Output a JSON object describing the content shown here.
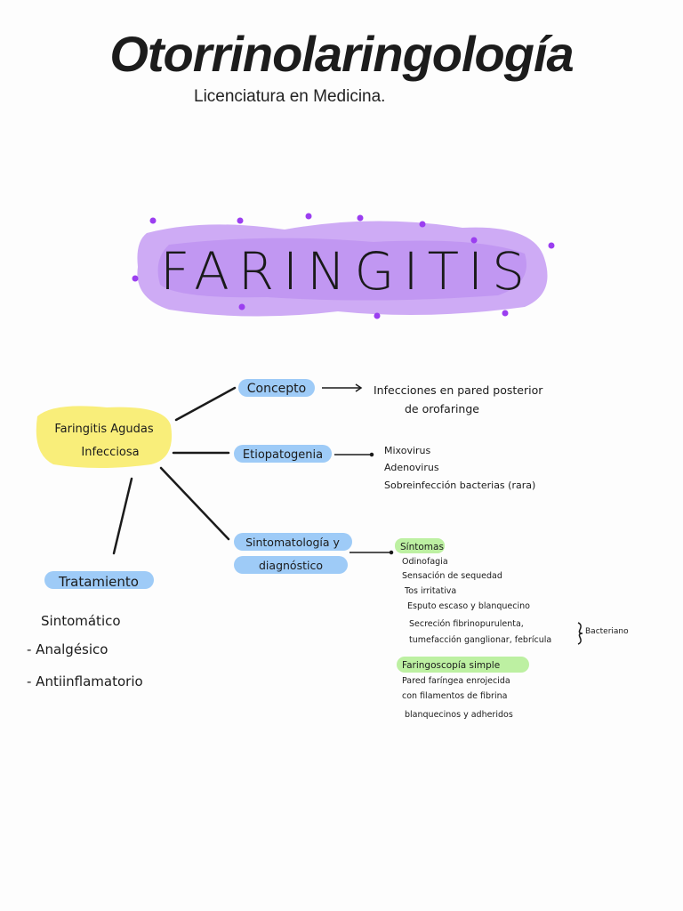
{
  "header": {
    "title": "Otorrinolaringología",
    "subtitle": "Licenciatura en Medicina."
  },
  "banner": {
    "word": "FARINGITIS",
    "highlight_color": "#c9a2f4",
    "dot_color": "#9b3ef0"
  },
  "colors": {
    "yellow_highlight": "#f9ee7a",
    "blue_highlight": "#9ecbf7",
    "green_highlight": "#bdf0a2"
  },
  "map": {
    "center": {
      "line1": "Faringitis Agudas",
      "line2": "Infecciosa"
    },
    "concepto": {
      "label": "Concepto",
      "line1": "Infecciones en pared posterior",
      "line2": "de orofaringe"
    },
    "etiopatogenia": {
      "label": "Etiopatogenia",
      "items": [
        "Mixovirus",
        "Adenovirus",
        "Sobreinfección bacterias (rara)"
      ]
    },
    "sintomatologia": {
      "label_line1": "Sintomatología y",
      "label_line2": "diagnóstico",
      "sintomas_title": "Síntomas",
      "sintomas": [
        "Odinofagia",
        "Sensación de sequedad",
        "Tos irritativa",
        "Esputo escaso y blanquecino",
        "Secreción fibrinopurulenta,",
        "tumefacción ganglionar, febrícula"
      ],
      "bracket_note": "Bacteriano",
      "faringoscopia_title": "Faringoscopía simple",
      "faringoscopia": [
        "Pared faríngea enrojecida",
        "con filamentos de fibrina",
        "blanquecinos y adheridos"
      ]
    },
    "tratamiento": {
      "label": "Tratamiento",
      "items": [
        "Sintomático",
        "- Analgésico",
        "- Antiinflamatorio"
      ]
    }
  }
}
